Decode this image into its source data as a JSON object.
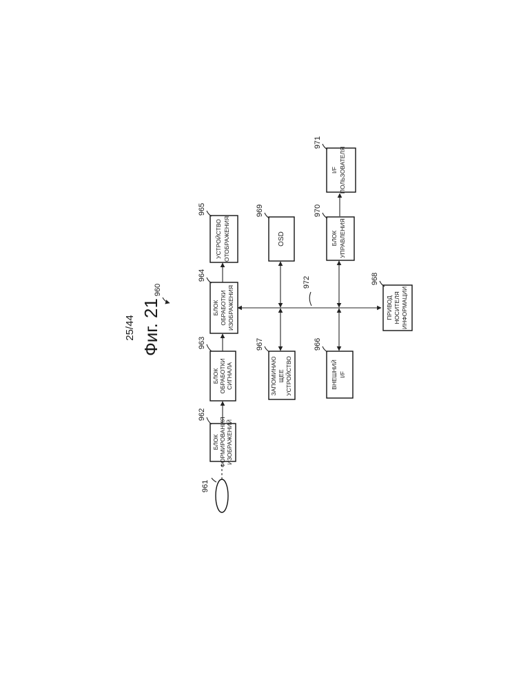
{
  "header": {
    "page_number": "25/44",
    "figure_title": "Фиг. 21",
    "system_ref": "960"
  },
  "blocks": {
    "lens": {
      "ref": "961"
    },
    "image_forming": {
      "ref": "962",
      "lines": [
        "БЛОК",
        "ФОРМИРОВАНИЯ",
        "ИЗОБРАЖЕНИЙ"
      ]
    },
    "signal_processing": {
      "ref": "963",
      "lines": [
        "БЛОК",
        "ОБРАБОТКИ",
        "СИГНАЛА"
      ]
    },
    "image_processing": {
      "ref": "964",
      "lines": [
        "БЛОК",
        "ОБРАБОТКИ",
        "ИЗОБРАЖЕНИЯ"
      ]
    },
    "display": {
      "ref": "965",
      "lines": [
        "УСТРОЙСТВО",
        "ОТОБРАЖЕНИЯ"
      ]
    },
    "external_if": {
      "ref": "966",
      "lines": [
        "ВНЕШНИЙ",
        "I/F"
      ]
    },
    "memory": {
      "ref": "967",
      "lines": [
        "ЗАПОМИНАЮ",
        "ЩЕЕ",
        "УСТРОЙСТВО"
      ]
    },
    "media_drive": {
      "ref": "968",
      "lines": [
        "ПРИВОД",
        "НОСИТЕЛЯ",
        "ИНФОРМАЦИИ"
      ]
    },
    "osd": {
      "ref": "969",
      "lines": [
        "OSD"
      ]
    },
    "control": {
      "ref": "970",
      "lines": [
        "БЛОК",
        "УПРАВЛЕНИЯ"
      ]
    },
    "user_if": {
      "ref": "971",
      "lines": [
        "I/F",
        "ПОЛЬЗОВАТЕЛЯ"
      ]
    }
  },
  "bus": {
    "ref": "972"
  }
}
